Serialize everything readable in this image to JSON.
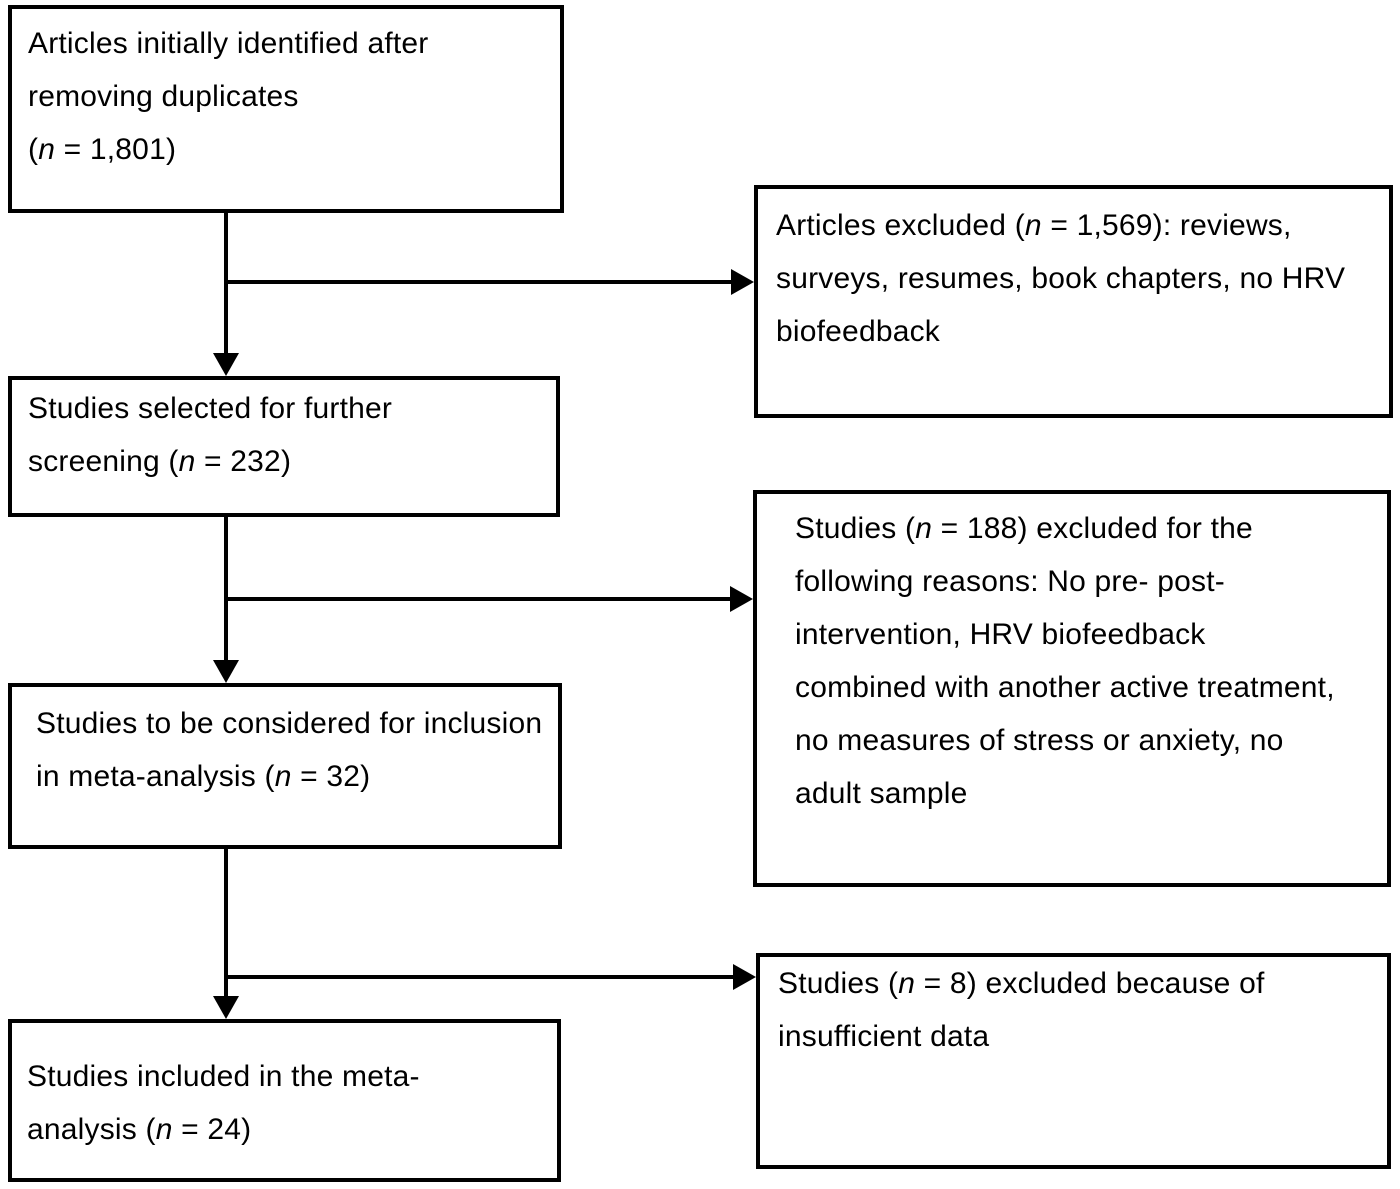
{
  "diagram": {
    "background_color": "#ffffff",
    "line_color": "#000000",
    "box_fill": "#ffffff",
    "stages": [
      {
        "id": "identified",
        "n": "1,801",
        "text": "Articles initially identified after\nremoving duplicates\n(n = 1,801)"
      },
      {
        "id": "screened",
        "n": "232",
        "text": "Studies selected for further\nscreening (n = 232)"
      },
      {
        "id": "considered",
        "n": "32",
        "text": "Studies to be considered for inclusion\nin meta-analysis (n = 32)"
      },
      {
        "id": "included",
        "n": "24",
        "text": "Studies included in the meta-\nanalysis (n = 24)"
      }
    ],
    "exclusions": [
      {
        "id": "excluded-articles",
        "n": "1,569",
        "text": "Articles excluded (n = 1,569): reviews,\nsurveys, resumes, book chapters, no HRV\nbiofeedback"
      },
      {
        "id": "excluded-studies",
        "n": "188",
        "text": "Studies (n = 188) excluded for the\nfollowing reasons: No pre- post-\nintervention, HRV biofeedback\ncombined with another active treatment,\nno measures of stress or anxiety, no\nadult sample"
      },
      {
        "id": "excluded-insufficient-data",
        "n": "8",
        "text": "Studies (n = 8) excluded because of\ninsufficient data"
      }
    ]
  }
}
